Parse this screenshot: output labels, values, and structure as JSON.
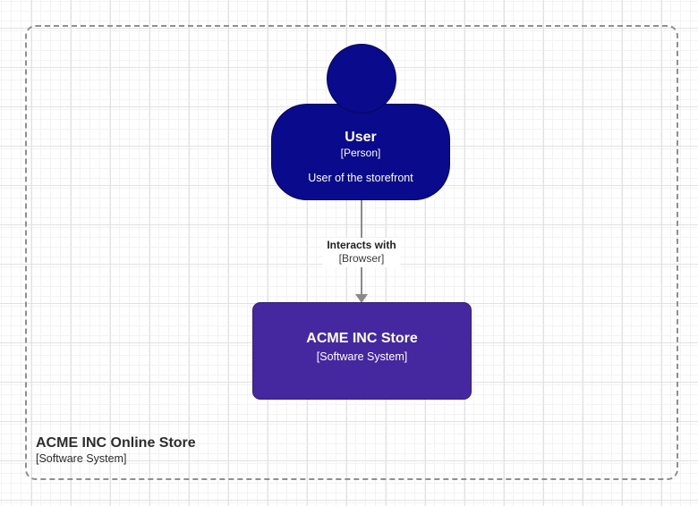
{
  "diagram": {
    "canvas": {
      "background_color": "#ffffff",
      "grid_minor_color": "#f3f3f3",
      "grid_major_color": "#e2e2e2"
    },
    "boundary": {
      "title": "ACME INC Online Store",
      "subtitle": "[Software System]",
      "border_color": "#8f8f8f"
    },
    "person": {
      "name": "User",
      "type": "[Person]",
      "description": "User of the storefront",
      "fill_color": "#0a0a8c",
      "text_color": "#ffffff"
    },
    "relationship": {
      "label": "Interacts with",
      "technology": "[Browser]",
      "line_color": "#8a8a8a"
    },
    "system": {
      "name": "ACME INC Store",
      "type": "[Software System]",
      "fill_color": "#4527a0",
      "text_color": "#ffffff"
    }
  }
}
